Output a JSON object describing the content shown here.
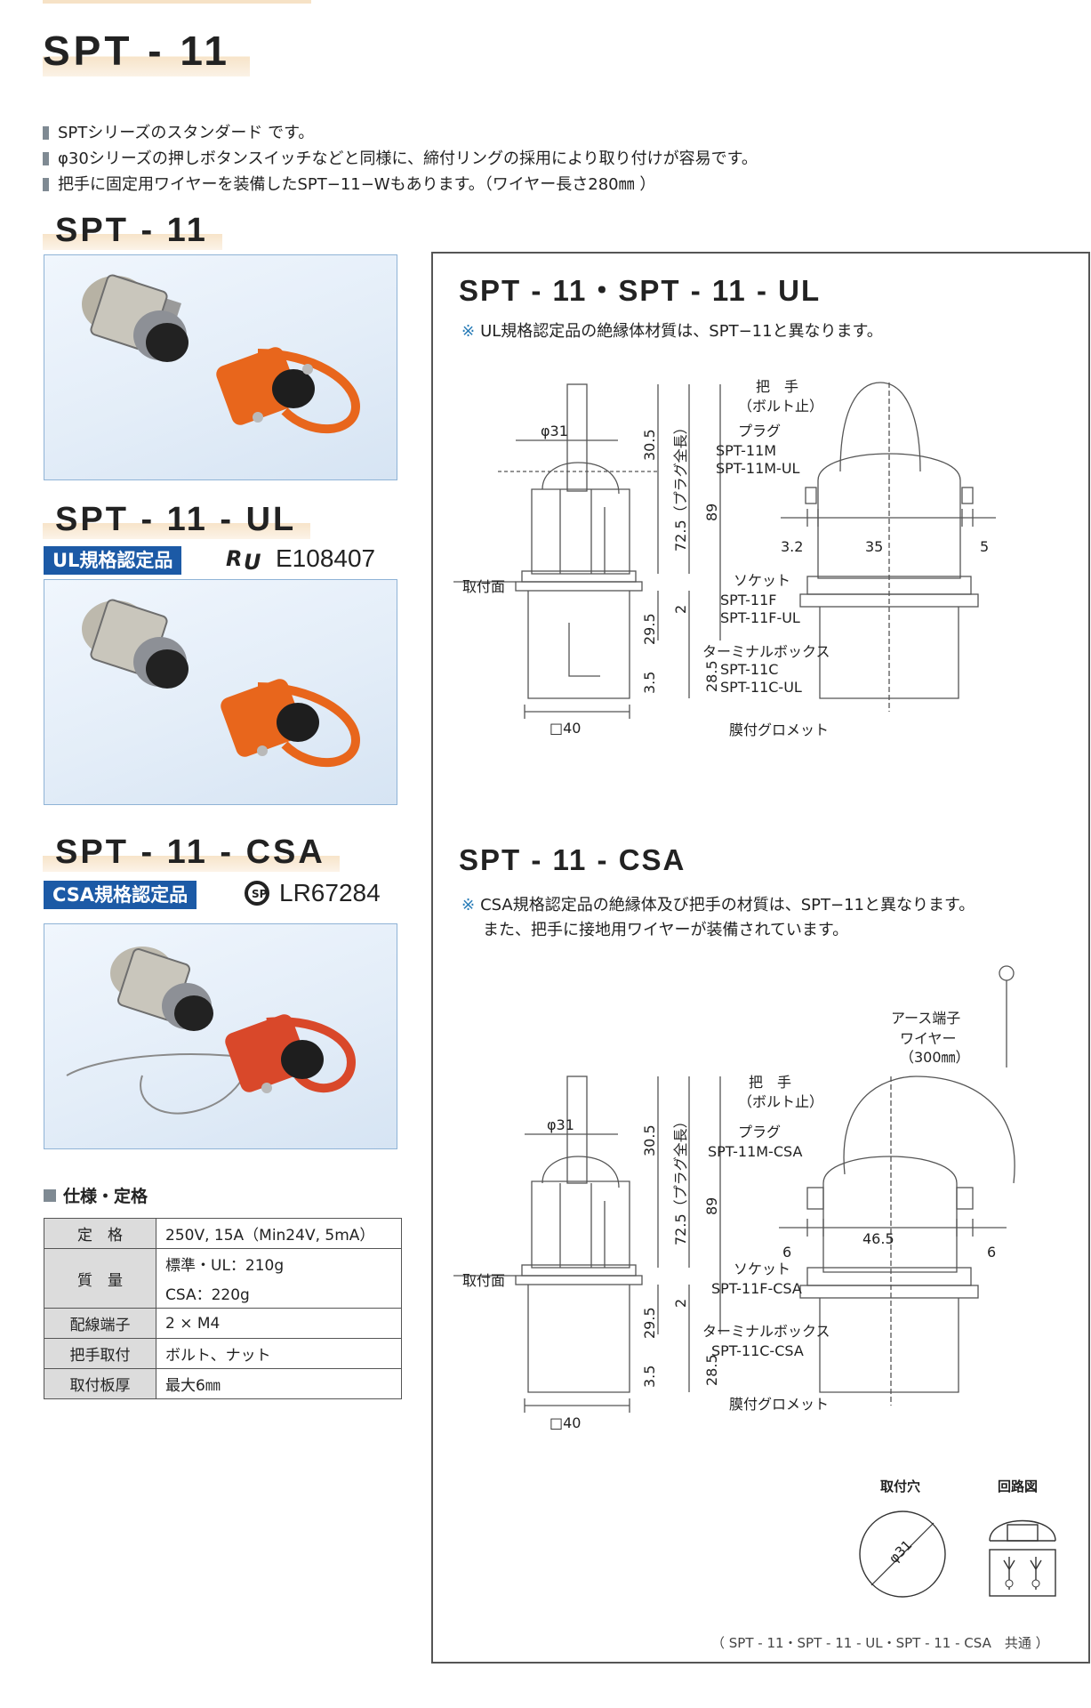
{
  "header": {
    "title": "SPT - 11"
  },
  "intro": [
    "SPTシリーズのスタンダード です。",
    "φ30シリーズの押しボタンスイッチなどと同様に、締付リングの採用により取り付けが容易です。",
    "把手に固定用ワイヤーを装備したSPT−11−Wもあります。（ワイヤー長さ280㎜ ）"
  ],
  "products": [
    {
      "title": "SPT - 11"
    },
    {
      "title": "SPT - 11 - UL",
      "badge": "UL規格認定品",
      "cert_mark": "ᴿᵁ",
      "cert_no": "E108407"
    },
    {
      "title": "SPT - 11 - CSA",
      "badge": "CSA規格認定品",
      "cert_mark": "SP",
      "cert_no": "LR67284"
    }
  ],
  "spec": {
    "heading": "仕様・定格",
    "rows": [
      {
        "key": "定　格",
        "values": [
          "250V, 15A（Min24V, 5mA）"
        ]
      },
      {
        "key": "質　量",
        "values": [
          "標準・UL：210g",
          "CSA：220g"
        ]
      },
      {
        "key": "配線端子",
        "values": [
          "2 × M4"
        ]
      },
      {
        "key": "把手取付",
        "values": [
          "ボルト、ナット"
        ]
      },
      {
        "key": "取付板厚",
        "values": [
          "最大6㎜"
        ]
      }
    ]
  },
  "drawing_ul": {
    "title": "SPT - 11・SPT - 11 - UL",
    "note": "UL規格認定品の絶縁体材質は、SPT−11と異なります。",
    "note_mark": "※",
    "dims": {
      "phi": "φ31",
      "d30": "30.5",
      "d72": "72.5（プラグ全長）",
      "d89": "89",
      "d29": "29.5",
      "d2": "2",
      "d35": "3.5",
      "d28": "28.5",
      "sq40": "□40",
      "w32": "3.2",
      "w35": "35",
      "w5": "5"
    },
    "labels": {
      "mount": "取付面",
      "handle": "把　手",
      "handle_sub": "（ボルト止）",
      "plug": "プラグ",
      "plug_p1": "SPT-11M",
      "plug_p2": "SPT-11M-UL",
      "socket": "ソケット",
      "socket_p1": "SPT-11F",
      "socket_p2": "SPT-11F-UL",
      "terminal": "ターミナルボックス",
      "terminal_p1": "SPT-11C",
      "terminal_p2": "SPT-11C-UL",
      "grommet": "膜付グロメット"
    }
  },
  "drawing_csa": {
    "title": "SPT - 11 - CSA",
    "note_mark": "※",
    "note1": "CSA規格認定品の絶縁体及び把手の材質は、SPT−11と異なります。",
    "note2": "また、把手に接地用ワイヤーが装備されています。",
    "dims": {
      "phi": "φ31",
      "d30": "30.5",
      "d72": "72.5（プラグ全長）",
      "d89": "89",
      "d29": "29.5",
      "d2": "2",
      "d35": "3.5",
      "d28": "28.5",
      "sq40": "□40",
      "w6a": "6",
      "w465": "46.5",
      "w6b": "6"
    },
    "labels": {
      "mount": "取付面",
      "earth": "アース端子",
      "wire": "ワイヤー",
      "wire_len": "（300㎜）",
      "handle": "把　手",
      "handle_sub": "（ボルト止）",
      "plug": "プラグ",
      "plug_p1": "SPT-11M-CSA",
      "socket": "ソケット",
      "socket_p1": "SPT-11F-CSA",
      "terminal": "ターミナルボックス",
      "terminal_p1": "SPT-11C-CSA",
      "grommet": "膜付グロメット"
    }
  },
  "mount_hole": {
    "label": "取付穴",
    "dim": "φ31"
  },
  "circuit": {
    "label": "回路図"
  },
  "footnote": "（ SPT - 11・SPT - 11 - UL・SPT - 11 - CSA　共通 ）",
  "colors": {
    "badge": "#1c5aa6",
    "title_underlay": "#f7e4c9",
    "photo_bg": "#e3edf8",
    "handle_orange": "#e8661c"
  }
}
